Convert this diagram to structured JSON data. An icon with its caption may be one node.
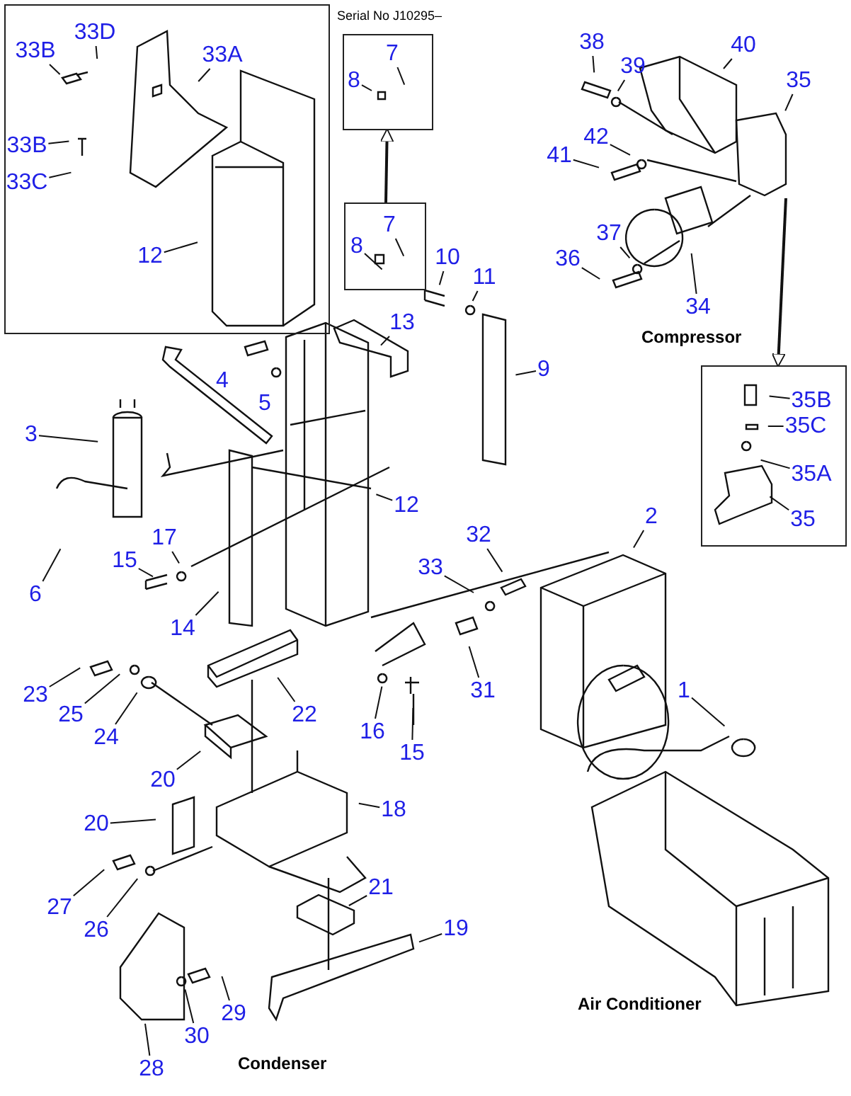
{
  "diagram": {
    "nodes": [
      {
        "text": [],
        "shape": "box"
      },
      {
        "text": [
          "33B"
        ],
        "in": 0
      },
      {
        "text": [
          "33D"
        ],
        "in": 0
      },
      {
        "text": [
          "33A"
        ],
        "in": 0
      },
      {
        "text": [
          "33B"
        ],
        "in": 0
      },
      {
        "text": [
          "33C"
        ],
        "in": 0
      },
      {
        "text": [
          "12"
        ],
        "in": 0
      },
      {
        "text": [],
        "shape": "box"
      },
      {
        "text": [
          "7"
        ],
        "in": 7
      },
      {
        "text": [
          "8"
        ],
        "in": 7
      },
      {
        "text": [],
        "shape": "box"
      },
      {
        "text": [
          "7"
        ],
        "in": 10
      },
      {
        "text": [
          "8"
        ],
        "in": 10
      },
      {
        "text": [
          "10"
        ]
      },
      {
        "text": [
          "11"
        ]
      },
      {
        "text": [
          "13"
        ]
      },
      {
        "text": [
          "9"
        ]
      },
      {
        "text": [
          "4"
        ]
      },
      {
        "text": [
          "5"
        ]
      },
      {
        "text": [
          "3"
        ]
      },
      {
        "text": [
          "6"
        ]
      },
      {
        "text": [
          "15"
        ]
      },
      {
        "text": [
          "17"
        ]
      },
      {
        "text": [
          "14"
        ]
      },
      {
        "text": [
          "12"
        ]
      },
      {
        "text": [
          "2"
        ]
      },
      {
        "text": [
          "32"
        ]
      },
      {
        "text": [
          "33"
        ]
      },
      {
        "text": [
          "31"
        ]
      },
      {
        "text": [
          "16"
        ]
      },
      {
        "text": [
          "15"
        ]
      },
      {
        "text": [
          "1"
        ]
      },
      {
        "text": [
          "23"
        ]
      },
      {
        "text": [
          "25"
        ]
      },
      {
        "text": [
          "24"
        ]
      },
      {
        "text": [
          "22"
        ]
      },
      {
        "text": [
          "20"
        ]
      },
      {
        "text": [
          "20"
        ]
      },
      {
        "text": [
          "18"
        ]
      },
      {
        "text": [
          "27"
        ]
      },
      {
        "text": [
          "26"
        ]
      },
      {
        "text": [
          "21"
        ]
      },
      {
        "text": [
          "19"
        ]
      },
      {
        "text": [
          "29"
        ]
      },
      {
        "text": [
          "30"
        ]
      },
      {
        "text": [
          "28"
        ]
      },
      {
        "text": [
          "38"
        ]
      },
      {
        "text": [
          "39"
        ]
      },
      {
        "text": [
          "40"
        ]
      },
      {
        "text": [
          "35"
        ]
      },
      {
        "text": [
          "42"
        ]
      },
      {
        "text": [
          "41"
        ]
      },
      {
        "text": [
          "37"
        ]
      },
      {
        "text": [
          "36"
        ]
      },
      {
        "text": [
          "34"
        ]
      },
      {
        "text": [],
        "shape": "box"
      },
      {
        "text": [
          "35B"
        ],
        "in": 55
      },
      {
        "text": [
          "35C"
        ],
        "in": 55
      },
      {
        "text": [
          "35A"
        ],
        "in": 55
      },
      {
        "text": [
          "35"
        ],
        "in": 55
      }
    ],
    "edges": [
      {
        "from": 1,
        "to": null,
        "arrow": "none"
      },
      {
        "from": 2,
        "to": null,
        "arrow": "none"
      },
      {
        "from": 3,
        "to": null,
        "arrow": "none"
      },
      {
        "from": 4,
        "to": null,
        "arrow": "none"
      },
      {
        "from": 5,
        "to": null,
        "arrow": "none"
      },
      {
        "from": 6,
        "to": null,
        "arrow": "none"
      },
      {
        "from": 8,
        "to": null,
        "arrow": "none"
      },
      {
        "from": 9,
        "to": null,
        "arrow": "none"
      },
      {
        "from": 11,
        "to": null,
        "arrow": "none"
      },
      {
        "from": 12,
        "to": null,
        "arrow": "none"
      },
      {
        "from": 13,
        "to": null,
        "arrow": "none"
      },
      {
        "from": 14,
        "to": null,
        "arrow": "none"
      },
      {
        "from": 15,
        "to": null,
        "arrow": "none"
      },
      {
        "from": 16,
        "to": null,
        "arrow": "none"
      },
      {
        "from": 19,
        "to": null,
        "arrow": "none"
      },
      {
        "from": 20,
        "to": null,
        "arrow": "none"
      },
      {
        "from": 21,
        "to": null,
        "arrow": "none"
      },
      {
        "from": 22,
        "to": null,
        "arrow": "none"
      },
      {
        "from": 23,
        "to": null,
        "arrow": "none"
      },
      {
        "from": 24,
        "to": null,
        "arrow": "none"
      },
      {
        "from": 25,
        "to": null,
        "arrow": "none"
      },
      {
        "from": 26,
        "to": null,
        "arrow": "none"
      },
      {
        "from": 27,
        "to": null,
        "arrow": "none"
      },
      {
        "from": 28,
        "to": null,
        "arrow": "none"
      },
      {
        "from": 29,
        "to": null,
        "arrow": "none"
      },
      {
        "from": 30,
        "to": null,
        "arrow": "none"
      },
      {
        "from": 31,
        "to": null,
        "arrow": "none"
      },
      {
        "from": 32,
        "to": null,
        "arrow": "none"
      },
      {
        "from": 33,
        "to": null,
        "arrow": "none"
      },
      {
        "from": 34,
        "to": null,
        "arrow": "none"
      },
      {
        "from": 35,
        "to": null,
        "arrow": "none"
      },
      {
        "from": 36,
        "to": null,
        "arrow": "none"
      },
      {
        "from": 37,
        "to": null,
        "arrow": "none"
      },
      {
        "from": 38,
        "to": null,
        "arrow": "none"
      },
      {
        "from": 39,
        "to": null,
        "arrow": "none"
      },
      {
        "from": 40,
        "to": null,
        "arrow": "none"
      },
      {
        "from": 41,
        "to": null,
        "arrow": "none"
      },
      {
        "from": 42,
        "to": null,
        "arrow": "none"
      },
      {
        "from": 43,
        "to": null,
        "arrow": "none"
      },
      {
        "from": 44,
        "to": null,
        "arrow": "none"
      },
      {
        "from": 45,
        "to": null,
        "arrow": "none"
      },
      {
        "from": 46,
        "to": null,
        "arrow": "none"
      },
      {
        "from": 47,
        "to": null,
        "arrow": "none"
      },
      {
        "from": 48,
        "to": null,
        "arrow": "none"
      },
      {
        "from": 49,
        "to": null,
        "arrow": "none"
      },
      {
        "from": 50,
        "to": null,
        "arrow": "none"
      },
      {
        "from": 51,
        "to": null,
        "arrow": "none"
      },
      {
        "from": 52,
        "to": null,
        "arrow": "none"
      },
      {
        "from": 53,
        "to": null,
        "arrow": "none"
      },
      {
        "from": 54,
        "to": null,
        "arrow": "none"
      },
      {
        "from": 56,
        "to": null,
        "arrow": "none"
      },
      {
        "from": 57,
        "to": null,
        "arrow": "none"
      },
      {
        "from": 58,
        "to": null,
        "arrow": "none"
      },
      {
        "from": 59,
        "to": null,
        "arrow": "none"
      },
      {
        "from": 10,
        "to": 7,
        "arrow": "to"
      },
      {
        "from": null,
        "to": 55,
        "arrow": "to"
      }
    ],
    "labels": [
      "Serial No J10295–",
      "Compressor",
      "Condenser",
      "Air Conditioner"
    ]
  }
}
